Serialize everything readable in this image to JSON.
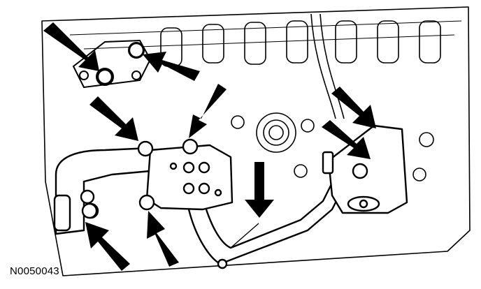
{
  "figure": {
    "id_label": "N0050043",
    "callouts": [
      {
        "name": "arrow-upper-left-bolt"
      },
      {
        "name": "arrow-upper-bracket-bolt"
      },
      {
        "name": "arrow-left-flange-bolt"
      },
      {
        "name": "arrow-center-flange-bolt"
      },
      {
        "name": "arrow-right-upper-bolt"
      },
      {
        "name": "arrow-right-lower-bolt"
      },
      {
        "name": "arrow-crossover-pipe"
      },
      {
        "name": "arrow-lower-left-bolt"
      },
      {
        "name": "arrow-lower-center-bolt"
      }
    ]
  },
  "colors": {
    "ink": "#000000",
    "paper": "#ffffff"
  }
}
